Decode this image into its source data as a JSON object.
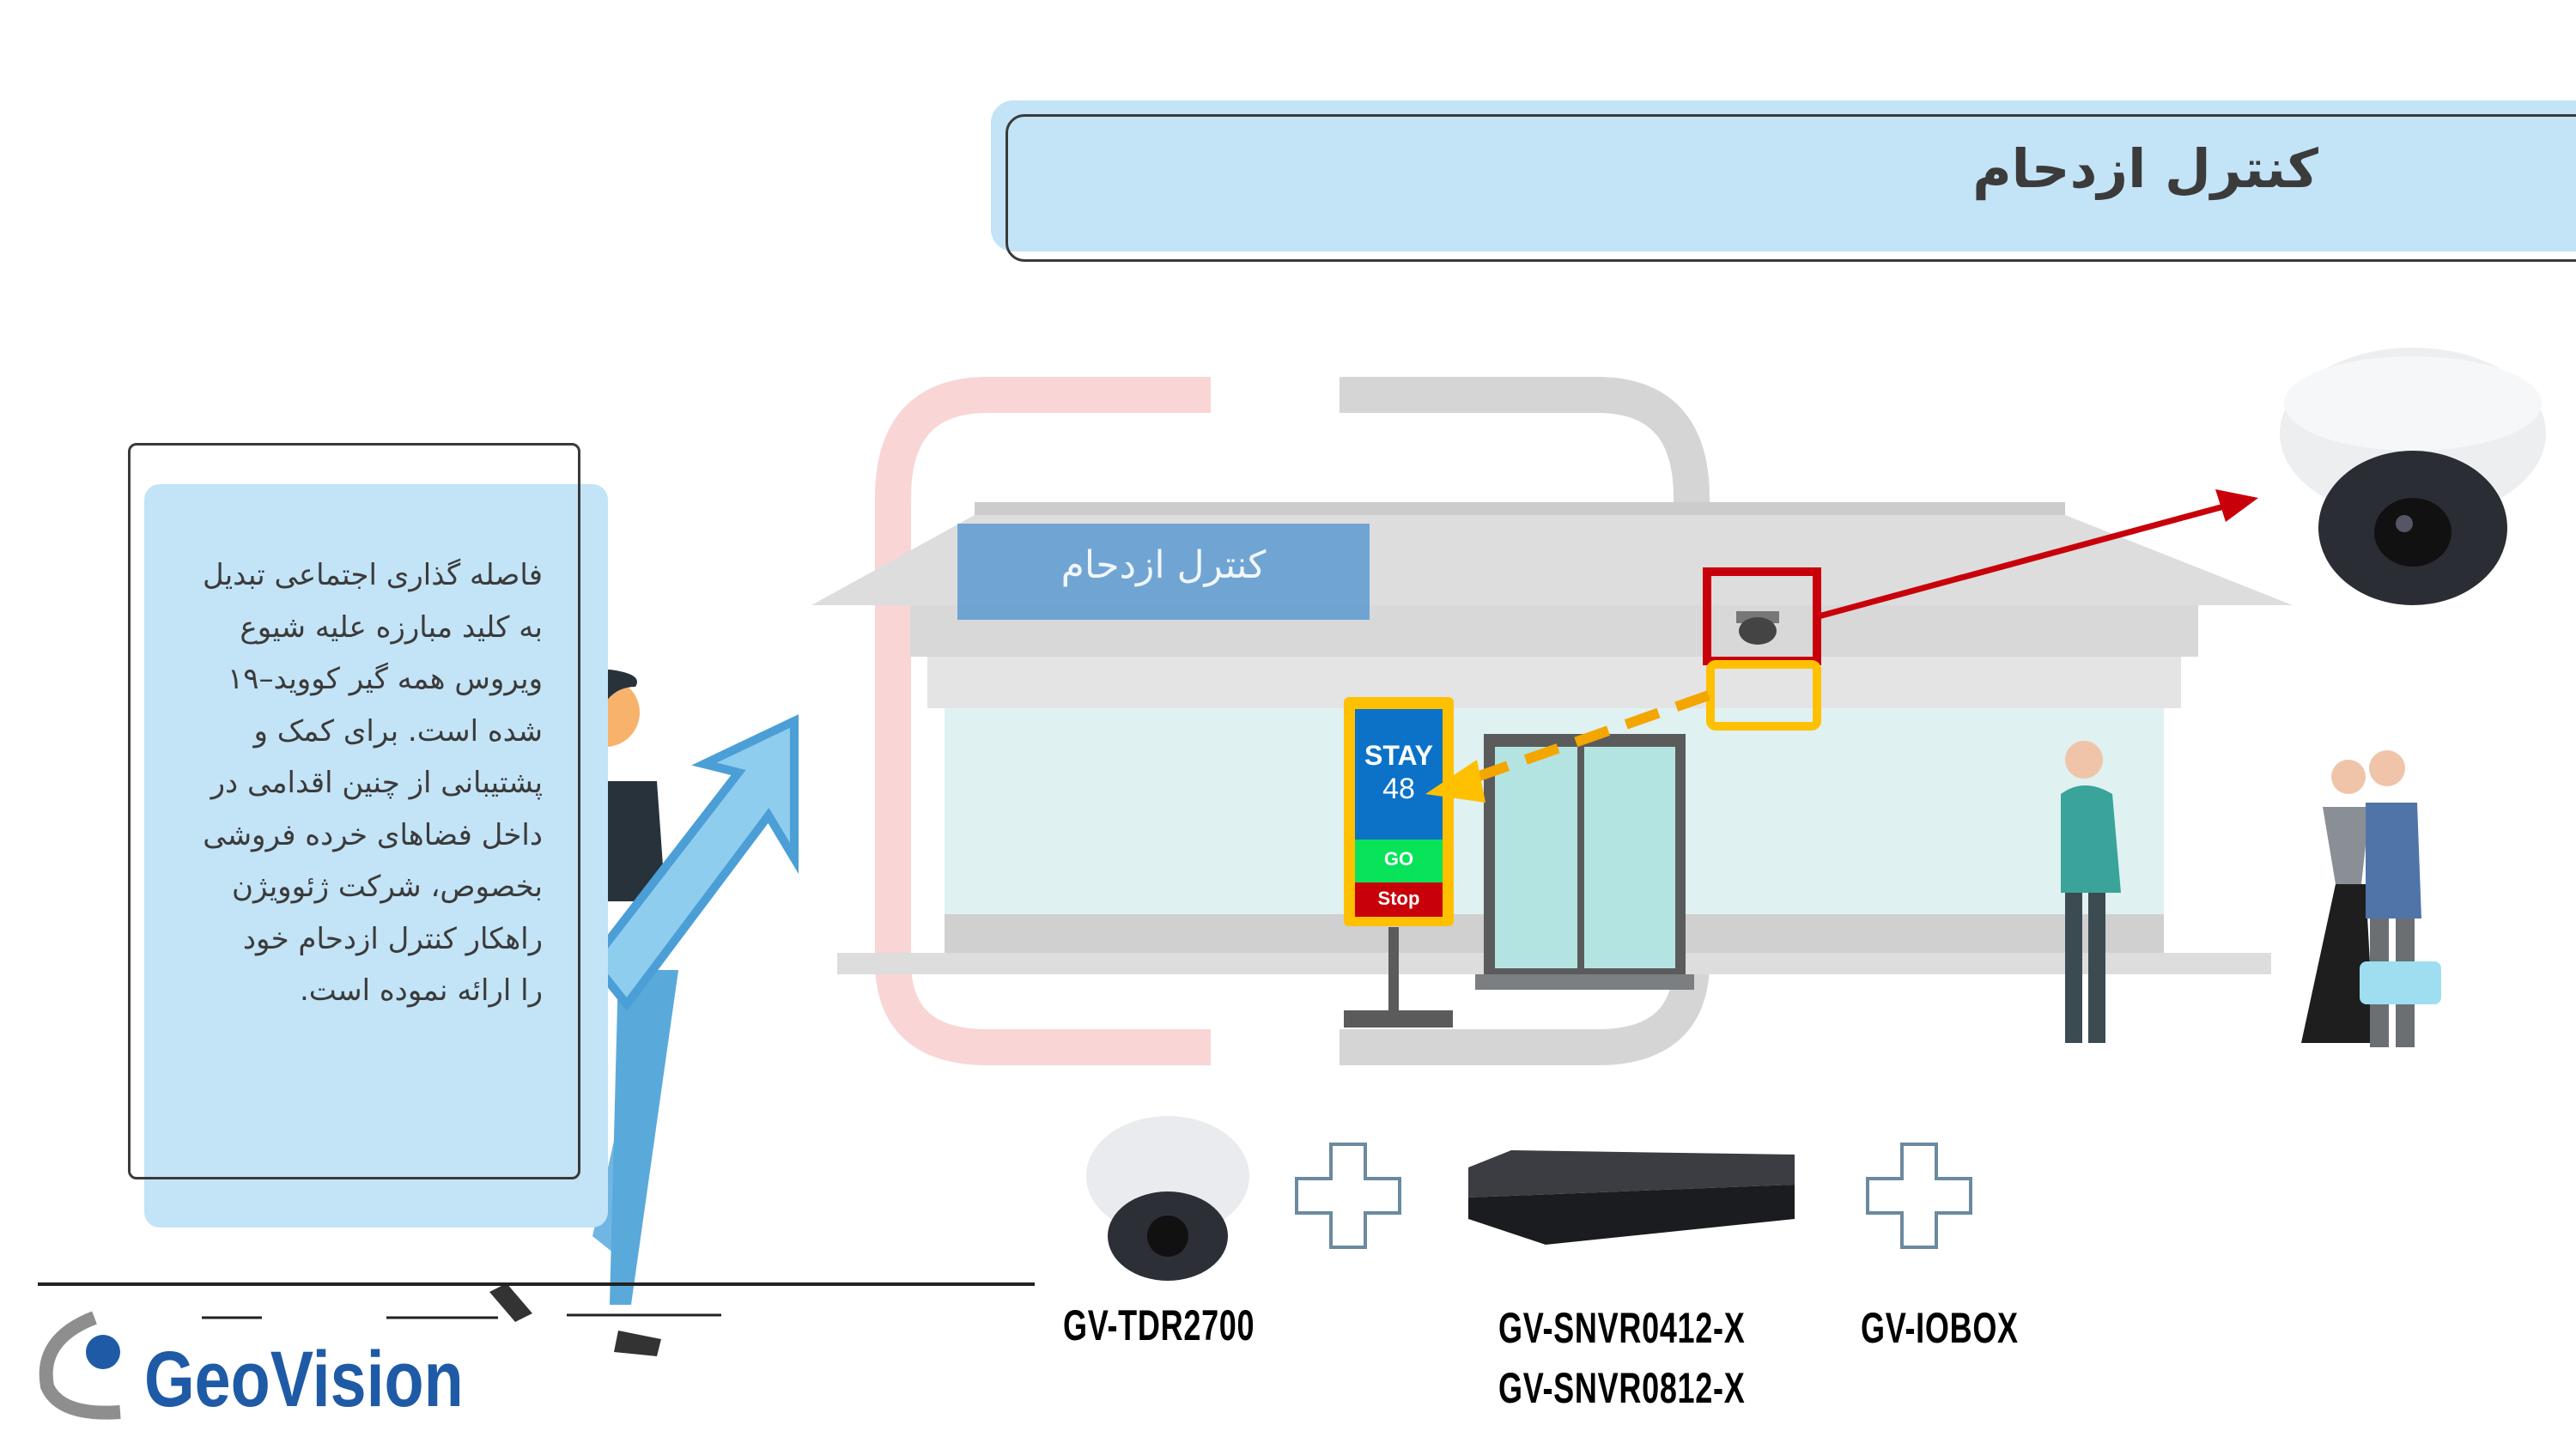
{
  "header": {
    "title": "کنترل ازدحام"
  },
  "description": {
    "lines": [
      "فاصله گذاری اجتماعی تبدیل",
      "به کلید مبارزه علیه شیوع",
      "ویروس همه گیر کووید–۱۹",
      "شده است. برای کمک و",
      "پشتیبانی از چنین اقدامی در",
      "داخل فضاهای خرده فروشی",
      "بخصوص، شرکت ژئوویژن",
      "راهکار کنترل ازدحام خود",
      "را ارائه نموده است."
    ]
  },
  "scene": {
    "store_sign": "کنترل ازدحام",
    "display": {
      "stay": "STAY",
      "count": "48",
      "go": "GO",
      "stop": "Stop"
    }
  },
  "products": [
    {
      "name": "GV-TDR2700"
    },
    {
      "name": "GV-SNVR0412-X"
    },
    {
      "name": "GV-SNVR0812-X"
    },
    {
      "name": "GV-IOBOX"
    }
  ],
  "brand": {
    "name": "GeoVision"
  },
  "colors": {
    "accent": "#c3e3f6",
    "brand": "#1f5aa6",
    "alert": "#c8000a",
    "highlight": "#ffc000"
  }
}
